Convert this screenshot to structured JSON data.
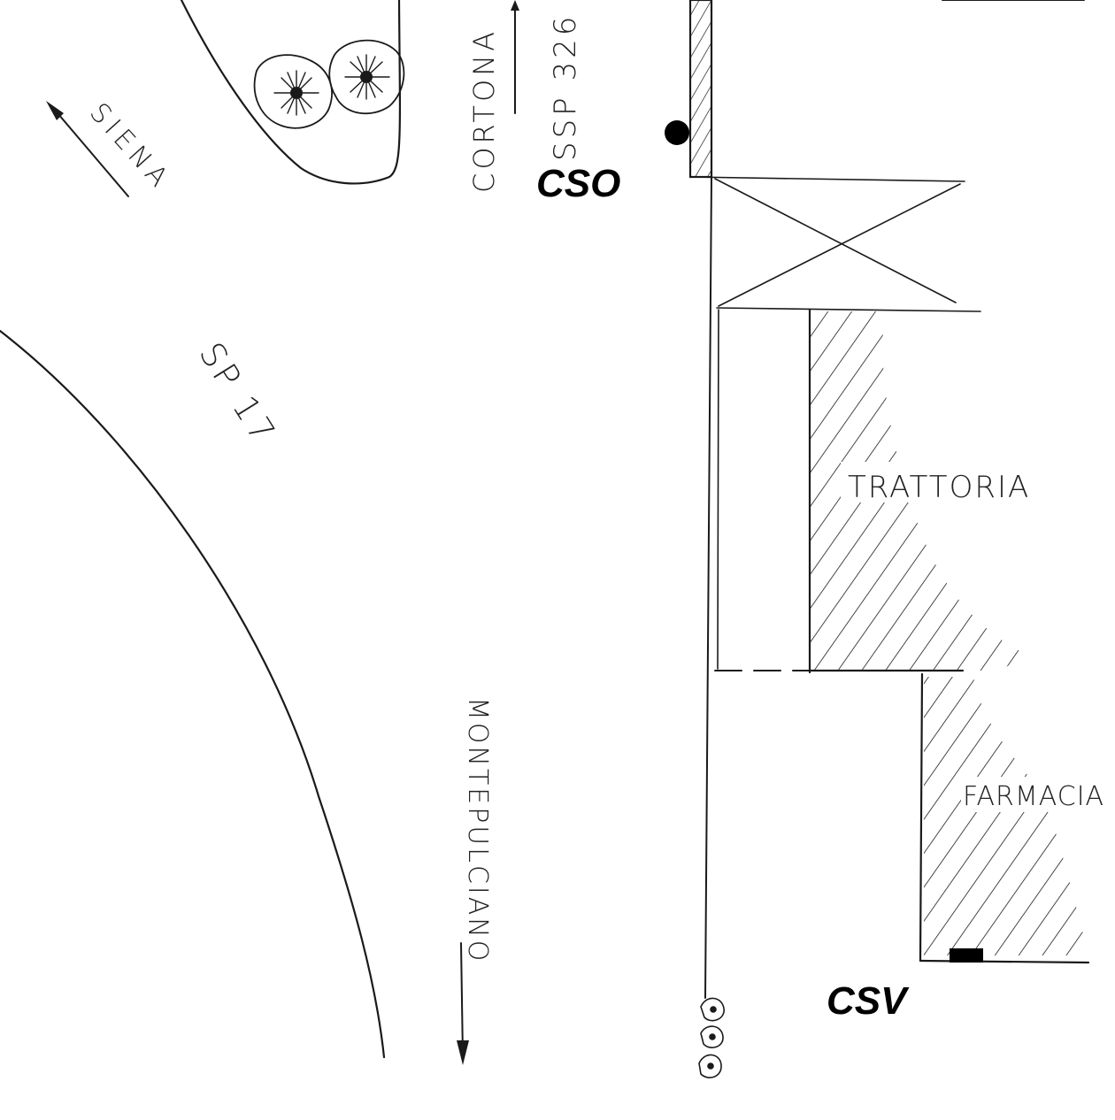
{
  "labels": {
    "siena": "SIENA",
    "cortona": "CORTONA",
    "ssp326": "SSP 326",
    "sp17": "SP 17",
    "montepulciano": "MONTEPULCIANO",
    "trattoria": "TRATTORIA",
    "farmacia": "FARMACIA"
  },
  "markers": {
    "cso": "CSO",
    "csv": "CSV"
  },
  "colors": {
    "ink": "#1a1a1a",
    "marker": "#000000",
    "background": "#ffffff"
  }
}
